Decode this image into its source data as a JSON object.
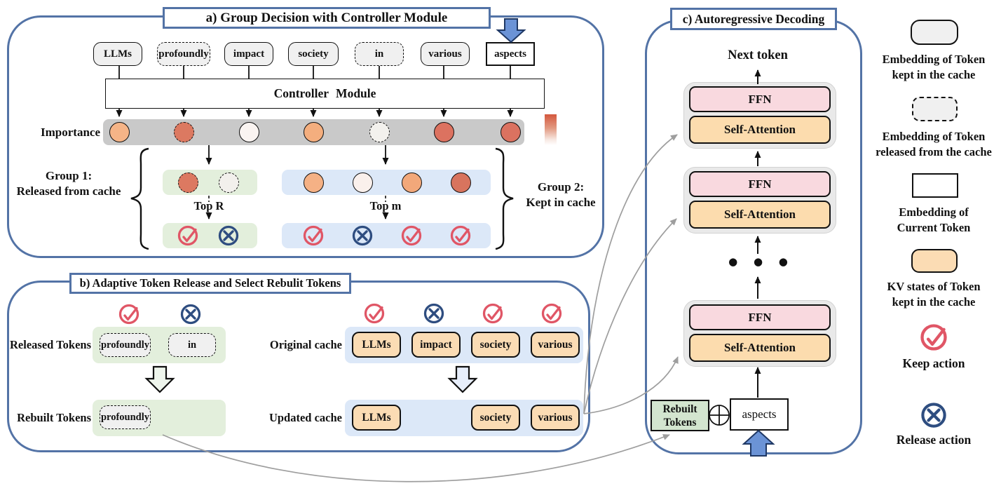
{
  "panel_a": {
    "title": "a) Group Decision with Controller Module",
    "tokens": [
      {
        "label": "LLMs",
        "type": "kept"
      },
      {
        "label": "profoundly",
        "type": "released"
      },
      {
        "label": "impact",
        "type": "kept"
      },
      {
        "label": "society",
        "type": "kept"
      },
      {
        "label": "in",
        "type": "released"
      },
      {
        "label": "various",
        "type": "kept"
      },
      {
        "label": "aspects",
        "type": "current"
      }
    ],
    "controller_label": "Controller Module",
    "importance_label": "Importance",
    "importance_scores": [
      {
        "token": "LLMs",
        "color": "#f5b487",
        "dashed": false
      },
      {
        "token": "profoundly",
        "color": "#dc7961",
        "dashed": true
      },
      {
        "token": "impact",
        "color": "#faf4f1",
        "dashed": false
      },
      {
        "token": "society",
        "color": "#f4ae7e",
        "dashed": false
      },
      {
        "token": "in",
        "color": "#f3f1ed",
        "dashed": true
      },
      {
        "token": "various",
        "color": "#dc7260",
        "dashed": false
      },
      {
        "token": "aspects",
        "color": "#db7260",
        "dashed": false
      }
    ],
    "group1": {
      "label_line1": "Group 1:",
      "label_line2": "Released from cache",
      "top_label": "Top R",
      "circles": [
        {
          "color": "#dc7961"
        },
        {
          "color": "#f2f0ec"
        }
      ],
      "actions": [
        "keep",
        "release"
      ]
    },
    "group2": {
      "label_line1": "Group 2:",
      "label_line2": "Kept in cache",
      "top_label": "Top m",
      "circles": [
        {
          "color": "#f5b185"
        },
        {
          "color": "#faf0ec"
        },
        {
          "color": "#f2a87a"
        },
        {
          "color": "#d8745e"
        }
      ],
      "actions": [
        "keep",
        "release",
        "keep",
        "keep"
      ]
    }
  },
  "panel_b": {
    "title": "b) Adaptive Token Release and Select Rebulit Tokens",
    "released_label": "Released Tokens",
    "released_tokens": [
      "profoundly",
      "in"
    ],
    "released_actions": [
      "keep",
      "release"
    ],
    "rebuilt_label": "Rebuilt Tokens",
    "rebuilt_tokens": [
      "profoundly"
    ],
    "original_label": "Original cache",
    "original_tokens": [
      "LLMs",
      "impact",
      "society",
      "various"
    ],
    "original_actions": [
      "keep",
      "release",
      "keep",
      "keep"
    ],
    "updated_label": "Updated cache",
    "updated_tokens": [
      "LLMs",
      "society",
      "various"
    ]
  },
  "panel_c": {
    "title": "c) Autoregressive Decoding",
    "next_token_label": "Next token",
    "blocks": [
      {
        "ffn": "FFN",
        "attn": "Self-Attention"
      },
      {
        "ffn": "FFN",
        "attn": "Self-Attention"
      },
      {
        "ffn": "FFN",
        "attn": "Self-Attention"
      }
    ],
    "ellipsis": "● ● ●",
    "rebuilt_line1": "Rebuilt",
    "rebuilt_line2": "Tokens",
    "current_token": "aspects"
  },
  "legend": {
    "items": [
      {
        "line1": "Embedding of Token",
        "line2": "kept in the cache"
      },
      {
        "line1": "Embedding of Token",
        "line2": "released from the cache"
      },
      {
        "line1": "Embedding of",
        "line2": "Current Token"
      },
      {
        "line1": "KV states of Token",
        "line2": "kept in the cache"
      },
      {
        "line1": "Keep action"
      },
      {
        "line1": "Release action"
      }
    ]
  },
  "colors": {
    "panel_border": "#5373a6",
    "kept_embedding_fill": "#f0f0f0",
    "kv_state_fill": "#fbdcb4",
    "ffn_fill": "#f9d9df",
    "green_group_bg": "#e3efdc",
    "blue_group_bg": "#dce8f8",
    "rebuilt_box_fill": "#d3e5cf",
    "importance_bar": "#c9c9c9",
    "keep_action": "#e05666",
    "release_action": "#2e4d80",
    "flow_arrow_blue": "#6b93d6",
    "connector_gray": "#9e9e9e"
  }
}
